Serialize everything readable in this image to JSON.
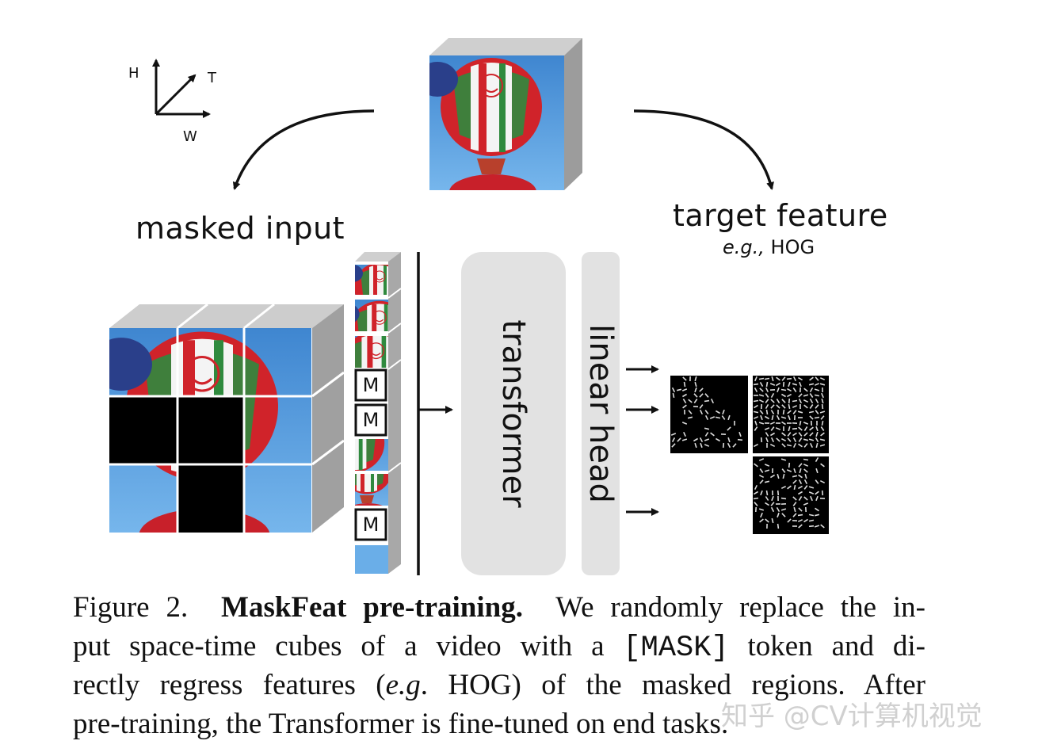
{
  "figure": {
    "axes": {
      "h": "H",
      "t": "T",
      "w": "W"
    },
    "left_label": "masked input",
    "right_label": "target feature",
    "right_sublabel_italic": "e.g.,",
    "right_sublabel_rest": " HOG",
    "mask_token": "M",
    "transformer_label": "transformer",
    "head_label": "linear head",
    "colors": {
      "sky": "#5fa0dc",
      "balloon_red": "#d0232a",
      "balloon_green": "#2f8a3e",
      "pill": "#e2e2e2",
      "cube_side": "#9c9c9c"
    }
  },
  "caption": {
    "fig_label": "Figure 2.",
    "title": "MaskFeat pre-training.",
    "l1_rest": "We randomly replace the in-",
    "l2_a": "put space-time cubes of a video with a",
    "l2_mono": "[MASK]",
    "l2_b": "token and di-",
    "l3_a": "rectly regress features (",
    "l3_i": "e.g",
    "l3_b": ". HOG) of the masked regions.  After",
    "l4": "pre-training, the Transformer is fine-tuned on end tasks."
  },
  "watermark": "知乎 @CV计算机视觉"
}
